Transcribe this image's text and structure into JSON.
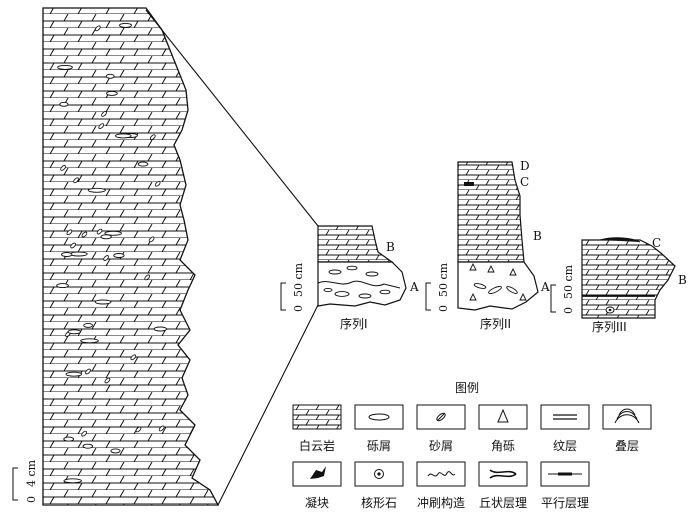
{
  "scale_bars": {
    "main": {
      "zero": "0",
      "value": "4 cm"
    },
    "seq1": {
      "zero": "0",
      "value": "50 cm"
    },
    "seq2": {
      "zero": "0",
      "value": "50 cm"
    },
    "seq3": {
      "zero": "0",
      "value": "50 cm"
    }
  },
  "sequences": [
    {
      "title": "序列I",
      "labels": [
        "B",
        "A"
      ]
    },
    {
      "title": "序列II",
      "labels": [
        "D",
        "C",
        "B",
        "A"
      ]
    },
    {
      "title": "序列III",
      "labels": [
        "C",
        "B"
      ]
    }
  ],
  "legend": {
    "title": "图例",
    "items": [
      {
        "label": "白云岩",
        "icon": "dolomite-bricks"
      },
      {
        "label": "砾屑",
        "icon": "gravel-clast-ellipse"
      },
      {
        "label": "砂屑",
        "icon": "sand-clast"
      },
      {
        "label": "角砾",
        "icon": "breccia-triangle"
      },
      {
        "label": "纹层",
        "icon": "lamination-lines"
      },
      {
        "label": "叠层",
        "icon": "stromatolite-arcs"
      },
      {
        "label": "凝块",
        "icon": "thrombolite-clot"
      },
      {
        "label": "核形石",
        "icon": "oncoid-ring"
      },
      {
        "label": "冲刷构造",
        "icon": "scour-wave"
      },
      {
        "label": "丘状层理",
        "icon": "hummocky-bedding"
      },
      {
        "label": "平行层理",
        "icon": "parallel-bedding"
      }
    ]
  }
}
